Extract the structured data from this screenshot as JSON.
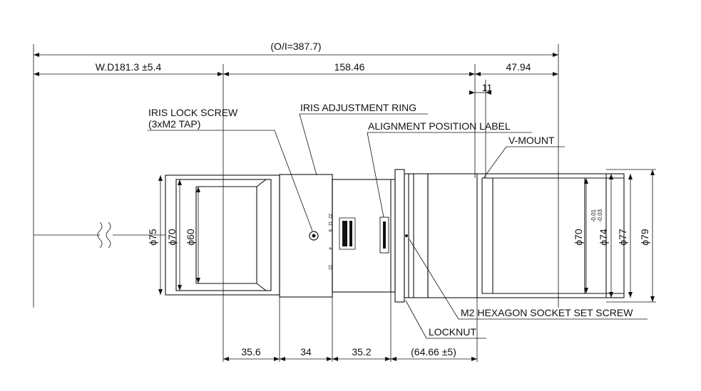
{
  "dimensions": {
    "overall": "(O/I=387.7)",
    "working_distance": "W.D181.3 ±5.4",
    "body_length": "158.46",
    "mount_length": "47.94",
    "mount_step": "11",
    "seg_1": "35.6",
    "seg_2": "34",
    "seg_3": "35.2",
    "seg_4": "(64.66 ±5)"
  },
  "diameters": {
    "front_outer": "ϕ75",
    "front_mid": "ϕ70",
    "front_inner": "ϕ60",
    "rear_inner": "ϕ70",
    "rear_74": "ϕ74",
    "rear_74_tol_upper": "-0.01",
    "rear_74_tol_lower": "-0.03",
    "rear_77": "ϕ77",
    "rear_79": "ϕ79"
  },
  "callouts": {
    "iris_lock_screw": "IRIS LOCK SCREW",
    "iris_lock_screw_tap": "(3xM2 TAP)",
    "iris_adjustment_ring": "IRIS ADJUSTMENT RING",
    "alignment_label": "ALIGNMENT POSITION LABEL",
    "v_mount": "V-MOUNT",
    "m2_set_screw": "M2 HEXAGON SOCKET SET SCREW",
    "locknut": "LOCKNUT"
  },
  "ring_marks": [
    "22",
    "11",
    "8",
    "4",
    "22"
  ],
  "colors": {
    "line": "#111111",
    "background": "#ffffff"
  }
}
